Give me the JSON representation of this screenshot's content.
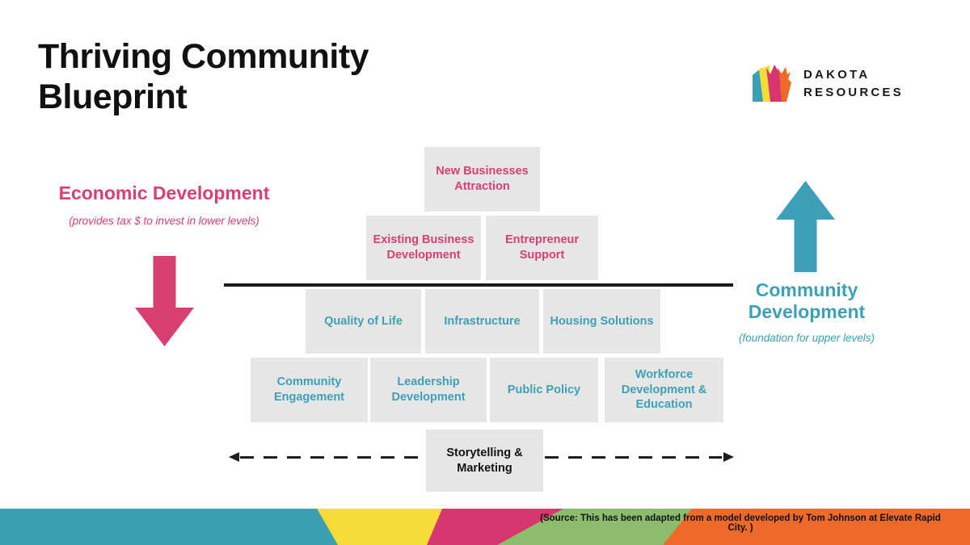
{
  "slide": {
    "title": "Thriving Community Blueprint",
    "source_note": "(Source: This has been adapted from a model developed by Tom Johnson at Elevate Rapid City. )"
  },
  "logo": {
    "line1": "DAKOTA",
    "line2": "RESOURCES"
  },
  "economic": {
    "title": "Economic Development",
    "subtitle": "(provides tax $ to invest in lower levels)"
  },
  "community": {
    "title": "Community Development",
    "subtitle": "(foundation for upper levels)"
  },
  "boxes": {
    "row1": [
      "New Businesses Attraction"
    ],
    "row2": [
      "Existing Business Development",
      "Entrepreneur Support"
    ],
    "row3": [
      "Quality of Life",
      "Infrastructure",
      "Housing Solutions"
    ],
    "row4": [
      "Community Engagement",
      "Leadership Development",
      "Public Policy",
      "Workforce Development & Education"
    ],
    "bottom": "Storytelling & Marketing"
  },
  "colors": {
    "pink": "#D84070",
    "teal": "#3EA0B7",
    "box_gray": "#E6E6E6",
    "yellow": "#F5DC39",
    "green": "#8BBD6C",
    "orange": "#ED6A2B",
    "ink": "#111111"
  }
}
